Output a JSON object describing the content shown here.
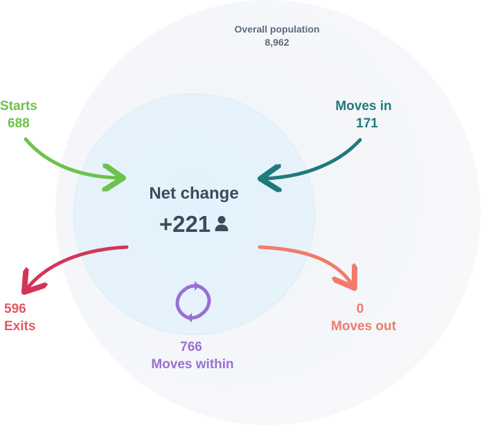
{
  "overall": {
    "label": "Overall population",
    "value": "8,962"
  },
  "net_change": {
    "label": "Net change",
    "value": "+221"
  },
  "flows": {
    "starts": {
      "label": "Starts",
      "value": "688",
      "color": "#6cc24a"
    },
    "moves_in": {
      "label": "Moves in",
      "value": "171",
      "color": "#1f7a7a"
    },
    "exits": {
      "label": "Exits",
      "value": "596",
      "color": "#d6335a"
    },
    "moves_out": {
      "label": "Moves out",
      "value": "0",
      "color": "#f27a6a"
    },
    "moves_within": {
      "label": "Moves within",
      "value": "766",
      "color": "#9b6fd4"
    }
  },
  "colors": {
    "text_dark": "#3d4a5a",
    "text_muted": "#5c6a7a",
    "outer_circle": "#f3f5f8",
    "inner_circle": "#e4f2fb"
  },
  "icons": {
    "person": "person-icon",
    "cycle": "cycle-icon"
  }
}
